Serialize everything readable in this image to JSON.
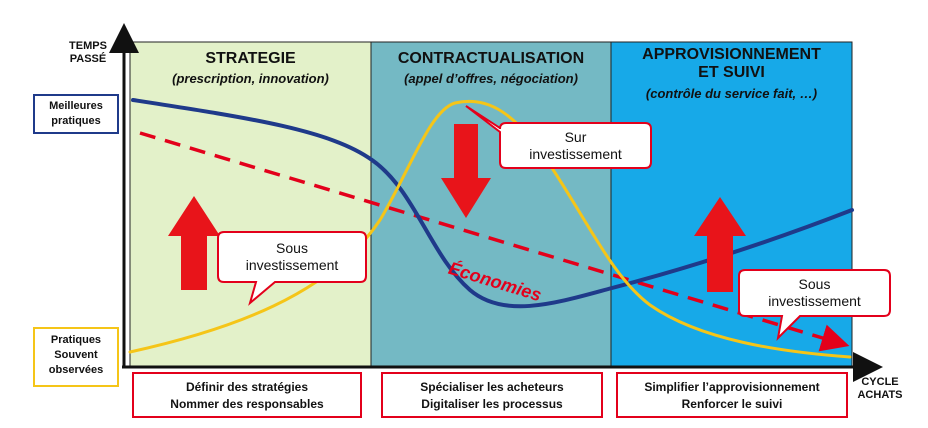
{
  "axis": {
    "y_label_line1": "TEMPS",
    "y_label_line2": "PASSÉ",
    "x_label_line1": "CYCLE",
    "x_label_line2": "ACHATS"
  },
  "legend": {
    "best_practices_line1": "Meilleures",
    "best_practices_line2": "pratiques",
    "observed_line1": "Pratiques",
    "observed_line2": "Souvent",
    "observed_line3": "observées",
    "best_color": "#1f3a8a",
    "observed_color": "#f5c518"
  },
  "phases": [
    {
      "title": "STRATEGIE",
      "subtitle": "(prescription, innovation)",
      "bg_color": "#e3f1c9",
      "actions": [
        "Définir des stratégies",
        "Nommer des responsables"
      ]
    },
    {
      "title": "CONTRACTUALISATION",
      "subtitle": "(appel d’offres, négociation)",
      "bg_color": "#74b9c4",
      "actions": [
        "Spécialiser les acheteurs",
        "Digitaliser les processus"
      ]
    },
    {
      "title_line1": "APPROVISIONNEMENT",
      "title_line2": "ET SUIVI",
      "subtitle": "(contrôle du service fait, …)",
      "bg_color": "#17a9e8",
      "actions": [
        "Simplifier l’approvisionnement",
        "Renforcer le suivi"
      ]
    }
  ],
  "callouts": {
    "under_invest_1_line1": "Sous",
    "under_invest_1_line2": "investissement",
    "over_invest_line1": "Sur",
    "over_invest_line2": "investissement",
    "under_invest_2_line1": "Sous",
    "under_invest_2_line2": "investissement"
  },
  "savings_label": "Économies",
  "colors": {
    "accent_red": "#e3001b",
    "arrow_red": "#e8141a"
  }
}
